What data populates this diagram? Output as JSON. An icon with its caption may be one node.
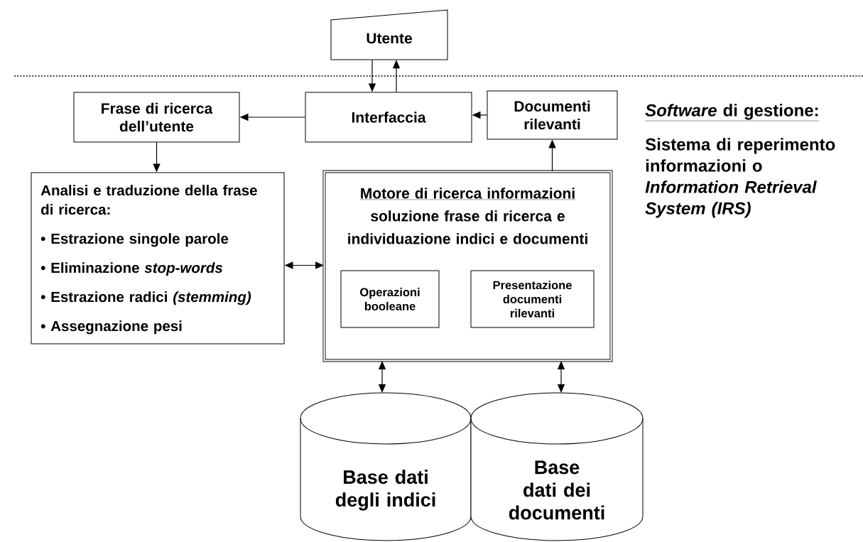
{
  "diagram": {
    "nodes": [
      {
        "text": [
          "Utente"
        ]
      },
      {
        "text": [
          "Frase di ricerca dell’utente"
        ]
      },
      {
        "text": [
          "Interfaccia"
        ]
      },
      {
        "text": [
          "Documenti rilevanti"
        ]
      },
      {
        "text": [
          "Analisi e traduzione della frase di ricerca:",
          "• Estrazione singole parole",
          "• Eliminazione *stop-words*",
          "• Estrazione radici *(stemming)*",
          "• Assegnazione pesi"
        ]
      },
      {
        "text": [
          "Motore di ricerca informazioni",
          "soluzione frase di ricerca e individuazione indici e documenti"
        ]
      },
      {
        "text": [
          "Operazioni booleane"
        ],
        "in": 5
      },
      {
        "text": [
          "Presentazione documenti rilevanti"
        ],
        "in": 5
      },
      {
        "text": [
          "Base dati degli indici"
        ]
      },
      {
        "text": [
          "Base dati dei documenti"
        ]
      }
    ],
    "edges": [
      {
        "from": 0,
        "to": 2,
        "arrow": "to"
      },
      {
        "from": 2,
        "to": 0,
        "arrow": "to"
      },
      {
        "from": 2,
        "to": 1,
        "arrow": "to"
      },
      {
        "from": 3,
        "to": 2,
        "arrow": "to"
      },
      {
        "from": 1,
        "to": 4,
        "arrow": "to"
      },
      {
        "from": 5,
        "to": 3,
        "arrow": "to"
      },
      {
        "from": 4,
        "to": 5,
        "arrow": "both"
      },
      {
        "from": 5,
        "to": 8,
        "arrow": "both"
      },
      {
        "from": 5,
        "to": 9,
        "arrow": "both"
      }
    ],
    "labels": [
      "*Software* di gestione:",
      "Sistema di reperimento informazioni o *Information Retrieval System (IRS)*"
    ]
  }
}
